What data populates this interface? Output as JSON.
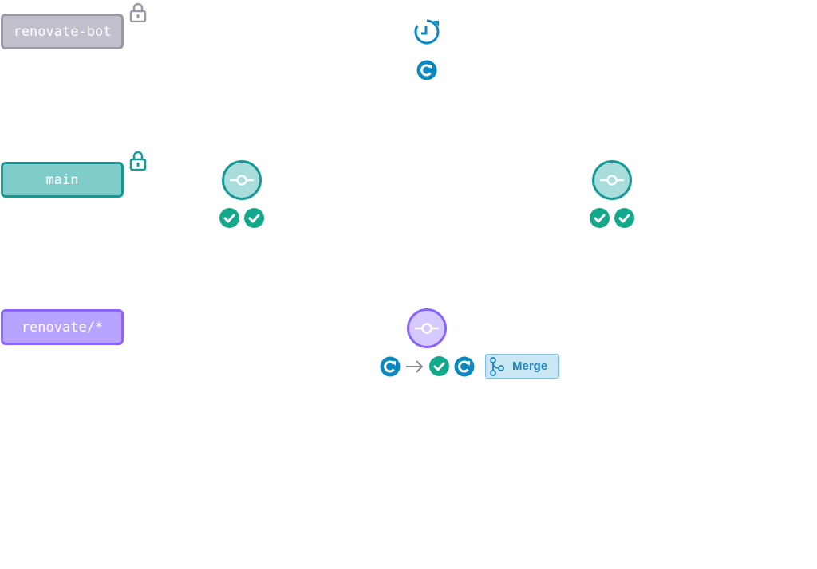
{
  "lanes": {
    "bot": {
      "label": "renovate-bot",
      "locked": true
    },
    "main": {
      "label": "main",
      "locked": true
    },
    "renovate": {
      "label": "renovate/*",
      "locked": false
    }
  },
  "icons": {
    "schedule": "clock-restart-icon",
    "bot_run": "renovate-icon",
    "commit": "commit-icon",
    "check": "check-icon",
    "arrow": "arrow-right-icon",
    "merge": "merge-icon",
    "lock": "lock-icon"
  },
  "merge_button": {
    "label": "Merge"
  },
  "colors": {
    "bot_fill": "#bfc0cb",
    "bot_border": "#999aa6",
    "main_fill": "#7fcdcb",
    "main_border": "#149a96",
    "renovate_fill": "#b8a3ff",
    "renovate_border": "#8b64ff",
    "check_green": "#13a88c",
    "renovate_blue": "#0a88c2"
  }
}
